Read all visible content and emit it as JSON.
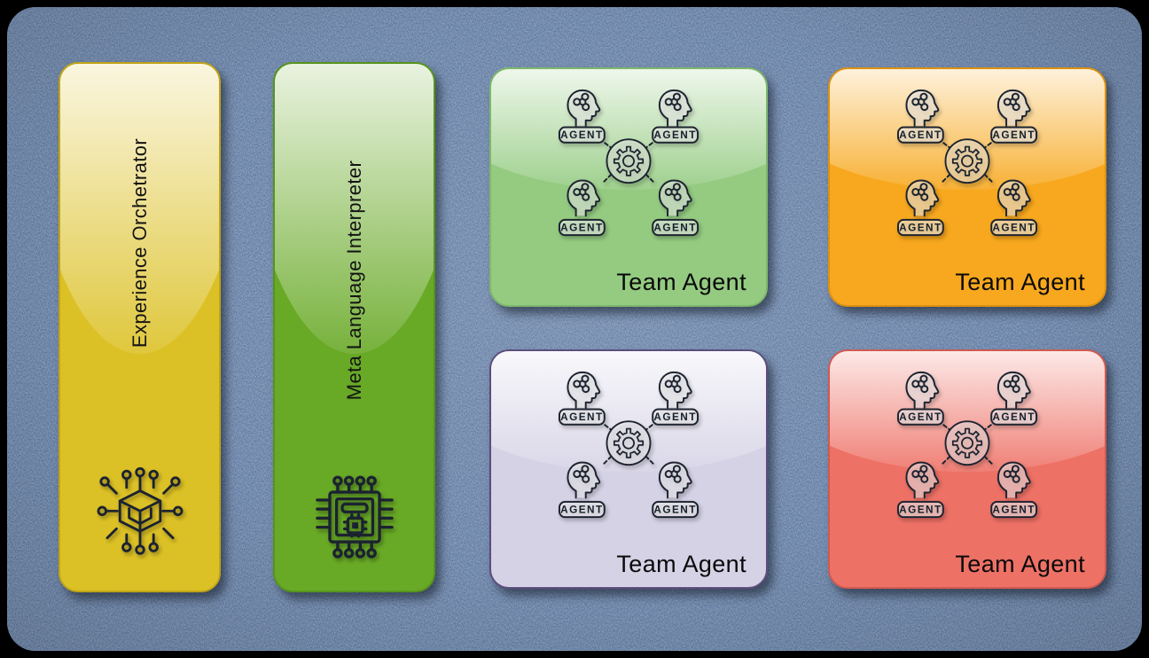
{
  "diagram": {
    "background_color": "#5b77a0",
    "frame_color": "#000000",
    "stroke_color": "#1d2430"
  },
  "pillars": [
    {
      "title": "Experience Orchetrator",
      "icon": "cube-network-icon",
      "base_color": "#dcc126",
      "border_color": "#c0a417",
      "highlight_color": "#fbf6d9"
    },
    {
      "title": "Meta Language Interpreter",
      "icon": "chip-icon",
      "base_color": "#68a926",
      "border_color": "#57931d",
      "highlight_color": "#eef4e7"
    }
  ],
  "team_cards": [
    {
      "label": "Team Agent",
      "agent_label": "AGENT",
      "theme": "green",
      "base_color": "#94cb81",
      "border_color": "#7eb86c"
    },
    {
      "label": "Team Agent",
      "agent_label": "AGENT",
      "theme": "orange",
      "base_color": "#f7a81e",
      "border_color": "#dd9212"
    },
    {
      "label": "Team Agent",
      "agent_label": "AGENT",
      "theme": "purple",
      "base_color": "#d6d2e6",
      "border_color": "#5c4d7d"
    },
    {
      "label": "Team Agent",
      "agent_label": "AGENT",
      "theme": "red",
      "base_color": "#ee7166",
      "border_color": "#d05a52"
    }
  ]
}
